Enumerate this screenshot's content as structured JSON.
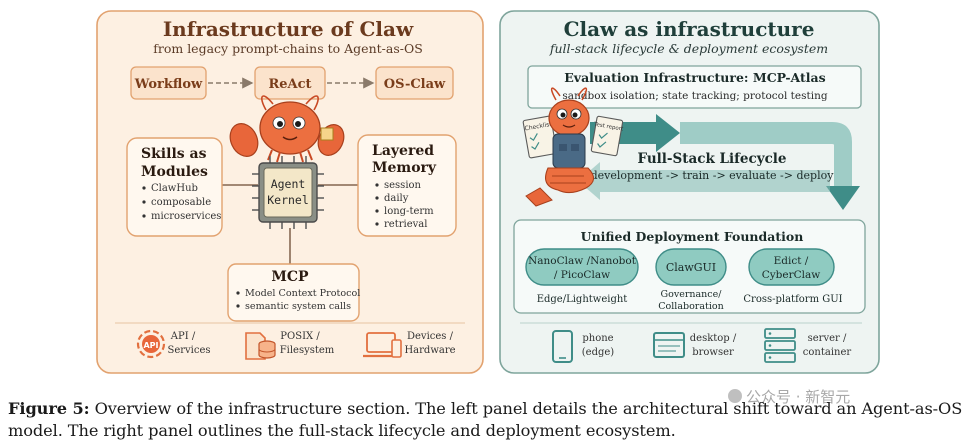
{
  "left_panel": {
    "title": "Infrastructure of Claw",
    "subtitle": "from legacy prompt-chains to Agent-as-OS",
    "evolution": [
      "Workflow",
      "ReAct",
      "OS-Claw"
    ],
    "skills": {
      "title_lines": [
        "Skills as",
        "Modules"
      ],
      "items": [
        "ClawHub",
        "composable",
        "microservices"
      ]
    },
    "memory": {
      "title_lines": [
        "Layered",
        "Memory"
      ],
      "items": [
        "session",
        "daily",
        "long-term",
        "retrieval"
      ]
    },
    "kernel_lines": [
      "Agent",
      "Kernel"
    ],
    "mcp": {
      "title": "MCP",
      "items": [
        "Model Context Protocol",
        "semantic system calls"
      ]
    },
    "bottom": [
      {
        "icon": "api-icon",
        "badge": "API",
        "lines": [
          "API /",
          "Services"
        ]
      },
      {
        "icon": "filesystem-icon",
        "lines": [
          "POSIX /",
          "Filesystem"
        ]
      },
      {
        "icon": "devices-icon",
        "lines": [
          "Devices /",
          "Hardware"
        ]
      }
    ]
  },
  "right_panel": {
    "title": "Claw as infrastructure",
    "subtitle": "full-stack lifecycle & deployment ecosystem",
    "evaluation": {
      "title": "Evaluation Infrastructure: MCP-Atlas",
      "desc": "sandbox isolation; state tracking; protocol testing"
    },
    "lifecycle": {
      "title": "Full-Stack Lifecycle",
      "desc": "development -> train -> evaluate -> deploy"
    },
    "clipboards": [
      "Checklist",
      "Test report"
    ],
    "foundation": {
      "title": "Unified Deployment Foundation",
      "pills": [
        {
          "lines": [
            "NanoClaw /Nanobot",
            "/ PicoClaw"
          ],
          "caption_lines": [
            "Edge/Lightweight"
          ]
        },
        {
          "lines": [
            "ClawGUI"
          ],
          "caption_lines": [
            "Governance/",
            "Collaboration"
          ]
        },
        {
          "lines": [
            "Edict /",
            "CyberClaw"
          ],
          "caption_lines": [
            "Cross-platform GUI"
          ]
        }
      ]
    },
    "bottom": [
      {
        "icon": "phone-icon",
        "lines": [
          "phone",
          "(edge)"
        ]
      },
      {
        "icon": "desktop-icon",
        "lines": [
          "desktop /",
          "browser"
        ]
      },
      {
        "icon": "server-icon",
        "lines": [
          "server /",
          "container"
        ]
      }
    ]
  },
  "caption": {
    "label": "Figure 5:",
    "text": " Overview of the infrastructure section. The left panel details the architectural shift toward an Agent-as-OS model. The right panel outlines the full-stack lifecycle and deployment ecosystem."
  },
  "watermark": "公众号 · 新智元",
  "colors": {
    "left_bg": "#fdf0e2",
    "left_border": "#e2a26f",
    "box_fill": "#fbe3cc",
    "right_bg": "#eef4f2",
    "right_border": "#7fa59c",
    "teal": "#3f8d88",
    "pill_fill": "#8fcbc1",
    "lobster": "#e8663a"
  }
}
